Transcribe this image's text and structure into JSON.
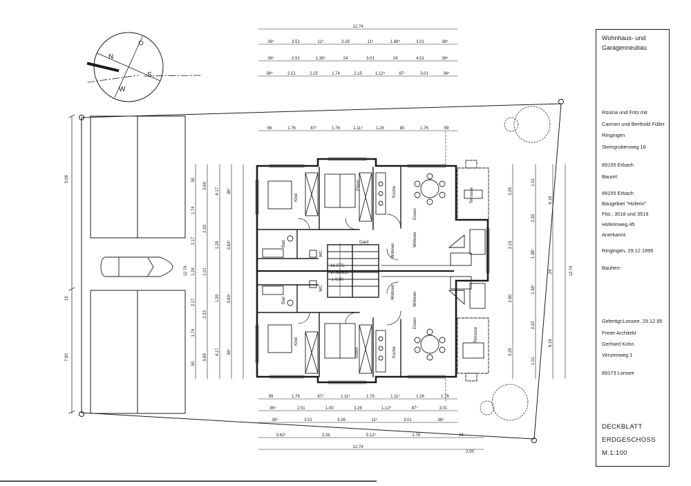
{
  "title_block": {
    "project_line1": "Wohnhaus- und",
    "project_line2": "Garagenneubau",
    "owner_line1": "Rosina und Fritz mit",
    "owner_line2": "Carmen und Berthold Füller",
    "owner_line3": "Ringingen",
    "owner_line4": "Steingrubenweg 16",
    "owner_line5": "89155 Erbach",
    "site_label": "Bauort:",
    "site_line1": "89155 Erbach",
    "site_line2": "Baugebiet \"Hoferin\"",
    "site_line3": "Flst.: 3518 und 3519",
    "site_line4": "Hoferinweg 45",
    "approved_label": "Anerkannt:",
    "place_date": "Ringingen, 29.12.1995",
    "client_label": "Bauherr:",
    "prepared": "Gefertigt:Lonsee, 29.12.95",
    "architect_title": "Freier Architekt",
    "architect_name": "Gerhard Kohn",
    "architect_street": "Venzenweg 1",
    "architect_city": "89173 Lonsee",
    "sheet_line1": "DECKBLATT",
    "sheet_line2": "ERDGESCHOSS",
    "scale": "M.1:100"
  },
  "north_arrow": {
    "n": "N",
    "s": "S",
    "w": "W"
  },
  "rooms": {
    "kind": "Kind",
    "eltern": "Eltern",
    "kueche": "Küche",
    "bad": "Bad",
    "wc": "WC",
    "essen": "Essen",
    "wohnen": "Wohnen",
    "terrasse": "Terrasse",
    "gard": "Gard",
    "stair": "16 STG",
    "stair_ratio": "17,5/26,3",
    "level": "± 0,00"
  },
  "dimensions": {
    "top_total": "12.74",
    "top_a": [
      "36⁵",
      "3.51",
      "11⁵",
      "3.26",
      "11⁵",
      "1.88⁵",
      "3.01",
      "36⁵"
    ],
    "top_b": [
      "36⁵",
      "2.51",
      "1.38⁵",
      "24",
      "3.01",
      "24",
      "4.51",
      "36⁵"
    ],
    "top_c": [
      "36⁵",
      "2.51",
      "2.15",
      "1.74",
      "2.15",
      "1.12⁵",
      "87⁷",
      "3.01",
      "36⁵"
    ],
    "top_d": [
      "99",
      "1.76",
      "87⁵",
      "1.76",
      "1.11⁵",
      "1.26",
      "80",
      "1.76",
      "99"
    ],
    "bottom_total": "12.74",
    "bottom_a": [
      "99",
      "1.76",
      "87⁵",
      "1.11⁵",
      "1.76",
      "1.11⁵",
      "1.26",
      "1.76"
    ],
    "bottom_b": [
      "36⁵",
      "2.51",
      "1.00",
      "3.26",
      "1.12⁵",
      "87⁷",
      "3.01"
    ],
    "bottom_c": [
      "36⁵",
      "3.51",
      "3.26",
      "11⁵",
      "3.01",
      "36⁵"
    ],
    "bottom_d": [
      "3.62⁵",
      "3.26",
      "5.12⁵",
      "1.76",
      "24"
    ],
    "bottom_extra": "2.00",
    "left_a": [
      "50",
      "1.74",
      "2.17",
      "1.24",
      "2.17",
      "1.74",
      "50"
    ],
    "left_b": [
      "3.69",
      "2.33",
      "1.01",
      "2.33",
      "3.69"
    ],
    "left_c": [
      "4.17",
      "1.29",
      "1.29",
      "4.17"
    ],
    "left_d": [
      "36⁵",
      "3.63⁵",
      "3.63⁵",
      "36⁵"
    ],
    "left_total": "12.74",
    "site_left_top": "5.08",
    "site_left_mid": "15",
    "site_left_bottom": "7.90",
    "right_a": [
      "3.25",
      "2.15",
      "2.80",
      "3.25"
    ],
    "right_b": [
      "1.01",
      "2.20",
      "1.38⁵",
      "1.38⁵",
      "2.20",
      "1.01"
    ],
    "right_c": [
      "6.18",
      "24",
      "6.18"
    ],
    "right_total": "12.74"
  }
}
